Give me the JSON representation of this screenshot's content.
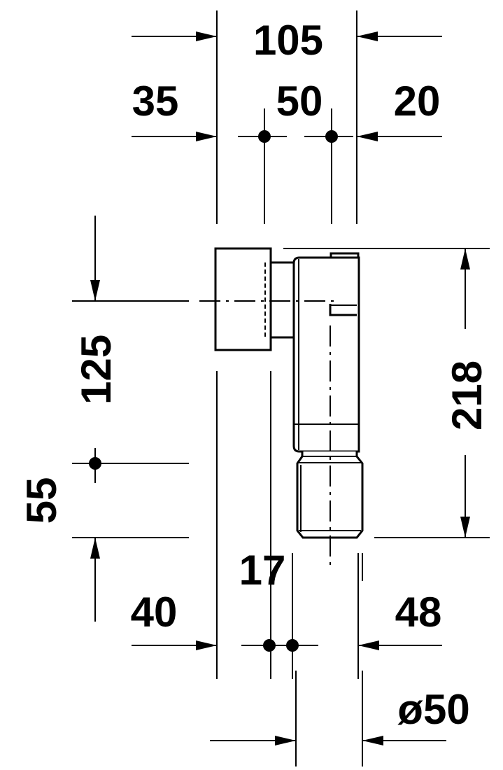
{
  "dimensions": {
    "overall_width": "105",
    "left_offset": "35",
    "center_spacing": "50",
    "right_offset": "20",
    "height_upper": "125",
    "height_lower": "55",
    "total_height": "218",
    "inner_offset": "17",
    "bottom_left": "40",
    "bottom_right": "48",
    "diameter": "ø50"
  },
  "colors": {
    "line": "#000000",
    "background": "#ffffff"
  }
}
